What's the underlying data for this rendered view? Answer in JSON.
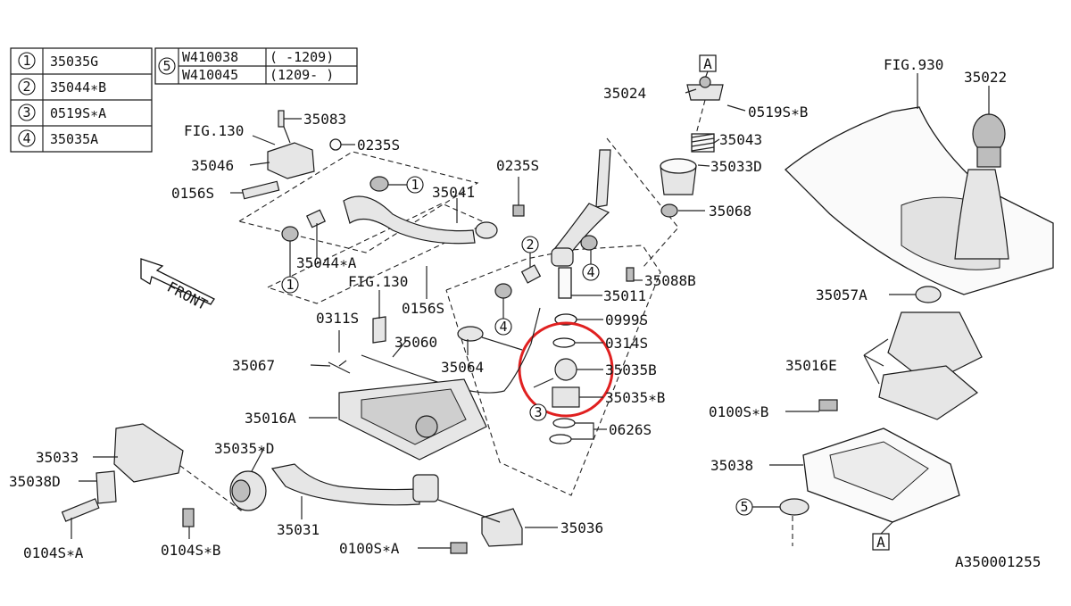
{
  "legend_left": [
    {
      "num": "1",
      "part": "35035G"
    },
    {
      "num": "2",
      "part": "35044∗B"
    },
    {
      "num": "3",
      "part": "0519S∗A"
    },
    {
      "num": "4",
      "part": "35035A"
    }
  ],
  "legend_right": {
    "num": "5",
    "rows": [
      {
        "part": "W410038",
        "range": "( -1209)"
      },
      {
        "part": "W410045",
        "range": "(1209- )"
      }
    ]
  },
  "labels": {
    "l35083": "35083",
    "l_fig130_a": "FIG.130",
    "l0235s_a": "0235S",
    "l35046": "35046",
    "l0235s_b": "0235S",
    "l0156s_a": "0156S",
    "l35041": "35041",
    "l35044a": "35044∗A",
    "l_front": "FRONT",
    "l_fig130_b": "FIG.130",
    "l0156s_b": "0156S",
    "l0311s": "0311S",
    "l35060": "35060",
    "l35067": "35067",
    "l35064": "35064",
    "l35016a": "35016A",
    "l35033": "35033",
    "l35038d": "35038D",
    "l35035d": "35035∗D",
    "l0104sa": "0104S∗A",
    "l0104sb": "0104S∗B",
    "l35031": "35031",
    "l0100sa": "0100S∗A",
    "l35036": "35036",
    "l35024": "35024",
    "l0519sb": "0519S∗B",
    "l35043": "35043",
    "l35033d": "35033D",
    "l35068": "35068",
    "l35088b": "35088B",
    "l35011": "35011",
    "l0999s": "0999S",
    "l0314s": "0314S",
    "l35035b": "35035B",
    "l35035xb": "35035∗B",
    "l0626s": "0626S",
    "l_fig930": "FIG.930",
    "l35022": "35022",
    "l35057a": "35057A",
    "l35016e": "35016E",
    "l0100sb": "0100S∗B",
    "l35038": "35038",
    "l_ref": "A350001255"
  },
  "callouts": {
    "c1a": "1",
    "c1b": "1",
    "c2": "2",
    "c4a": "4",
    "c4b": "4",
    "c3": "3",
    "c5": "5"
  },
  "boxes": {
    "box_a_top": "A",
    "box_a_bottom": "A"
  },
  "colors": {
    "ink": "#111111",
    "highlight": "#e02020"
  }
}
